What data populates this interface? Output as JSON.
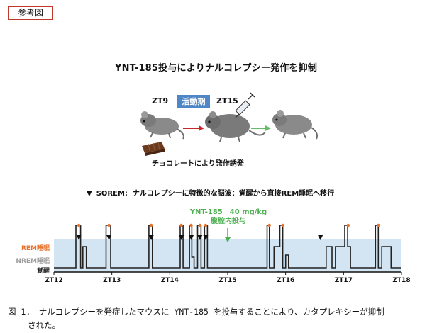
{
  "ref_label": "参考図",
  "title": "YNT-185投与によりナルコレプシー発作を抑制",
  "schematic": {
    "zt_start": "ZT9",
    "active_period": "活動期",
    "zt_mid": "ZT15",
    "chocolate_caption": "チョコレートにより発作誘発",
    "colors": {
      "arrow_red": "#c62828",
      "arrow_green": "#66bb6a",
      "badge_blue": "#4f86c6"
    }
  },
  "sorem_legend": {
    "symbol": "▼",
    "term": "SOREM:",
    "description": "ナルコレプシーに特徴的な脳波：覚醒から直接REM睡眠へ移行"
  },
  "injection_annotation": {
    "line1": "YNT-185　40 mg/kg",
    "line2": "腹腔内投与",
    "color": "#4caf50"
  },
  "chart_data": {
    "type": "line",
    "states": [
      "REM睡眠",
      "NREM睡眠",
      "覚醒"
    ],
    "state_colors": {
      "REM": "#e8722b",
      "NREM": "#9e9e9e",
      "wake": "#222222"
    },
    "background_color": "#d3e5f3",
    "x_ticks": [
      "ZT12",
      "ZT13",
      "ZT14",
      "ZT15",
      "ZT16",
      "ZT17",
      "ZT18"
    ],
    "xlim": [
      12,
      18
    ],
    "injection_time": 15,
    "sorem_times": [
      12.43,
      12.95,
      13.68,
      14.2,
      14.37,
      14.52,
      14.62,
      16.6
    ],
    "rem_times": [
      12.43,
      12.95,
      13.68,
      14.2,
      14.37,
      14.52,
      14.62,
      15.72,
      15.95,
      17.08,
      17.6
    ],
    "nrem_intervals": [
      [
        12.48,
        12.58
      ],
      [
        14.35,
        14.45
      ],
      [
        15.82,
        15.95
      ],
      [
        15.98,
        16.06
      ],
      [
        16.72,
        16.82
      ],
      [
        16.88,
        17.02
      ],
      [
        17.68,
        17.82
      ]
    ],
    "hypnogram": [
      [
        12.0,
        0
      ],
      [
        12.38,
        0
      ],
      [
        12.38,
        2
      ],
      [
        12.46,
        2
      ],
      [
        12.46,
        0
      ],
      [
        12.5,
        0
      ],
      [
        12.5,
        1
      ],
      [
        12.56,
        1
      ],
      [
        12.56,
        0
      ],
      [
        12.9,
        0
      ],
      [
        12.9,
        2
      ],
      [
        12.98,
        2
      ],
      [
        12.98,
        0
      ],
      [
        13.64,
        0
      ],
      [
        13.64,
        2
      ],
      [
        13.7,
        2
      ],
      [
        13.7,
        0
      ],
      [
        14.18,
        0
      ],
      [
        14.18,
        2
      ],
      [
        14.23,
        2
      ],
      [
        14.23,
        0
      ],
      [
        14.34,
        0
      ],
      [
        14.34,
        2
      ],
      [
        14.38,
        2
      ],
      [
        14.38,
        0.5
      ],
      [
        14.42,
        0.5
      ],
      [
        14.42,
        0
      ],
      [
        14.48,
        0
      ],
      [
        14.48,
        2
      ],
      [
        14.54,
        2
      ],
      [
        14.54,
        0
      ],
      [
        14.6,
        0
      ],
      [
        14.6,
        2
      ],
      [
        14.65,
        2
      ],
      [
        14.65,
        0
      ],
      [
        15.68,
        0
      ],
      [
        15.68,
        2
      ],
      [
        15.72,
        2
      ],
      [
        15.72,
        0
      ],
      [
        15.8,
        0
      ],
      [
        15.8,
        1
      ],
      [
        15.9,
        1
      ],
      [
        15.9,
        2
      ],
      [
        15.95,
        2
      ],
      [
        15.95,
        0
      ],
      [
        16.0,
        0
      ],
      [
        16.0,
        0.6
      ],
      [
        16.05,
        0.6
      ],
      [
        16.05,
        0
      ],
      [
        16.7,
        0
      ],
      [
        16.7,
        1
      ],
      [
        16.8,
        1
      ],
      [
        16.8,
        0
      ],
      [
        16.86,
        0
      ],
      [
        16.86,
        1
      ],
      [
        17.02,
        1
      ],
      [
        17.02,
        2
      ],
      [
        17.07,
        2
      ],
      [
        17.07,
        1
      ],
      [
        17.12,
        1
      ],
      [
        17.12,
        0
      ],
      [
        17.55,
        0
      ],
      [
        17.55,
        2
      ],
      [
        17.6,
        2
      ],
      [
        17.6,
        0
      ],
      [
        17.66,
        0
      ],
      [
        17.66,
        1
      ],
      [
        17.82,
        1
      ],
      [
        17.82,
        0
      ],
      [
        18.0,
        0
      ]
    ]
  },
  "figure_caption": {
    "line1": "図 1.　ナルコレプシーを発症したマウスに YNT-185 を投与することにより、カタプレキシーが抑制",
    "line2": "された。"
  }
}
